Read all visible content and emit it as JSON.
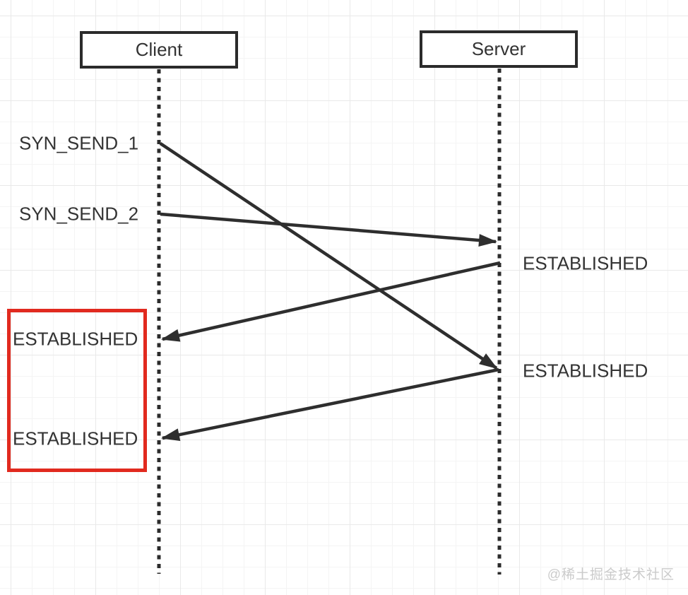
{
  "actors": {
    "client": "Client",
    "server": "Server"
  },
  "client_states": [
    {
      "label": "SYN_SEND_1",
      "highlighted": false
    },
    {
      "label": "SYN_SEND_2",
      "highlighted": false
    },
    {
      "label": "ESTABLISHED",
      "highlighted": true
    },
    {
      "label": "ESTABLISHED",
      "highlighted": true
    }
  ],
  "server_states": [
    {
      "label": "ESTABLISHED"
    },
    {
      "label": "ESTABLISHED"
    }
  ],
  "messages": [
    {
      "from": "Client",
      "from_state": "SYN_SEND_1",
      "to": "Server",
      "to_state": "ESTABLISHED"
    },
    {
      "from": "Client",
      "from_state": "SYN_SEND_2",
      "to": "Server",
      "to_state": "ESTABLISHED"
    },
    {
      "from": "Server",
      "from_state": "ESTABLISHED",
      "to": "Client",
      "to_state": "ESTABLISHED"
    },
    {
      "from": "Server",
      "from_state": "ESTABLISHED",
      "to": "Client",
      "to_state": "ESTABLISHED"
    }
  ],
  "watermark": "@稀土掘金技术社区",
  "colors": {
    "stroke": "#2e2e2e",
    "box_border": "#2b2b2b",
    "highlight_box": "#e12a1f",
    "text": "#333333",
    "watermark": "#cbcbcb"
  }
}
